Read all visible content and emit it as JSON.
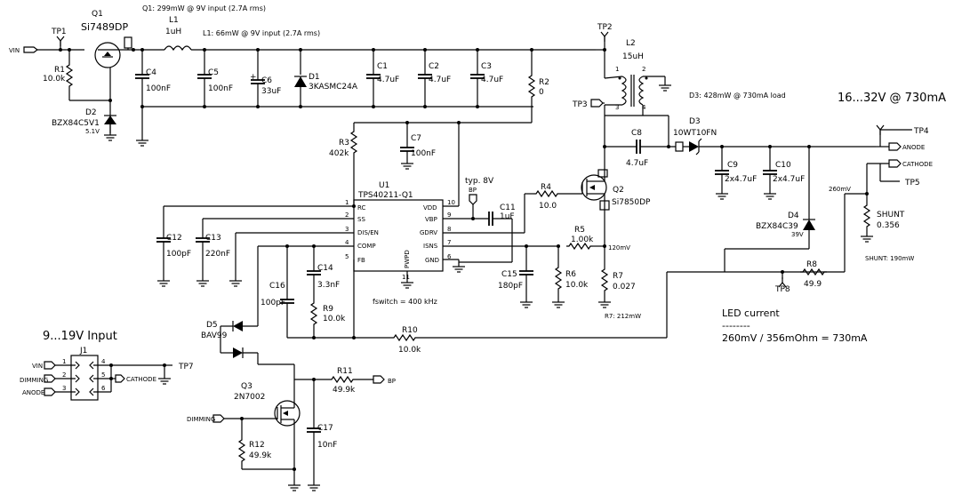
{
  "notes": {
    "q1": "Q1: 299mW @ 9V input (2.7A rms)",
    "l1": "L1: 66mW @ 9V input (2.7A rms)",
    "d3": "D3: 428mW @ 730mA load",
    "output": "16...32V @ 730mA",
    "input": "9...19V Input",
    "shunt_v": "260mV",
    "shunt_p": "SHUNT: 190mW",
    "r7p": "R7: 212mW",
    "fsw": "fswitch = 400 kHz",
    "typ8v": "typ. 8V",
    "mv120": "120mV",
    "led_title": "LED current",
    "led_sep": "--------",
    "led_eq": "260mV / 356mOhm = 730mA"
  },
  "tp": {
    "tp1": "TP1",
    "tp2": "TP2",
    "tp3": "TP3",
    "tp4": "TP4",
    "tp5": "TP5",
    "tp7": "TP7",
    "tp8": "TP8"
  },
  "nets": {
    "vin": "VIN",
    "anode": "ANODE",
    "cathode": "CATHODE",
    "dimming": "DIMMING",
    "bp": "BP"
  },
  "parts": {
    "q1": {
      "ref": "Q1",
      "val": "Si7489DP"
    },
    "l1": {
      "ref": "L1",
      "val": "1uH"
    },
    "r1": {
      "ref": "R1",
      "val": "10.0k"
    },
    "d2": {
      "ref": "D2",
      "val": "BZX84C5V1",
      "sub": "5.1V"
    },
    "c4": {
      "ref": "C4",
      "val": "100nF"
    },
    "c5": {
      "ref": "C5",
      "val": "100nF"
    },
    "c6": {
      "ref": "C6",
      "val": "33uF"
    },
    "d1": {
      "ref": "D1",
      "val": "3KASMC24A"
    },
    "c1": {
      "ref": "C1",
      "val": "4.7uF"
    },
    "c2": {
      "ref": "C2",
      "val": "4.7uF"
    },
    "c3": {
      "ref": "C3",
      "val": "4.7uF"
    },
    "r2": {
      "ref": "R2",
      "val": "0"
    },
    "l2": {
      "ref": "L2",
      "val": "15uH"
    },
    "r3": {
      "ref": "R3",
      "val": "402k"
    },
    "c7": {
      "ref": "C7",
      "val": "100nF"
    },
    "u1": {
      "ref": "U1",
      "val": "TPS40211-Q1"
    },
    "c11": {
      "ref": "C11",
      "val": "1uF"
    },
    "r4": {
      "ref": "R4",
      "val": "10.0"
    },
    "q2": {
      "ref": "Q2",
      "val": "Si7850DP"
    },
    "c8": {
      "ref": "C8",
      "val": "4.7uF"
    },
    "d3": {
      "ref": "D3",
      "val": "10WT10FN"
    },
    "c9": {
      "ref": "C9",
      "val": "2x4.7uF"
    },
    "c10": {
      "ref": "C10",
      "val": "2x4.7uF"
    },
    "d4": {
      "ref": "D4",
      "val": "BZX84C39",
      "sub": "39V"
    },
    "shunt": {
      "ref": "SHUNT",
      "val": "0.356"
    },
    "c12": {
      "ref": "C12",
      "val": "100pF"
    },
    "c13": {
      "ref": "C13",
      "val": "220nF"
    },
    "c14": {
      "ref": "C14",
      "val": "3.3nF"
    },
    "c16": {
      "ref": "C16",
      "val": "100pF"
    },
    "r9": {
      "ref": "R9",
      "val": "10.0k"
    },
    "r5": {
      "ref": "R5",
      "val": "1.00k"
    },
    "r6": {
      "ref": "R6",
      "val": "10.0k"
    },
    "r7": {
      "ref": "R7",
      "val": "0.027"
    },
    "c15": {
      "ref": "C15",
      "val": "180pF"
    },
    "r8": {
      "ref": "R8",
      "val": "49.9"
    },
    "r10": {
      "ref": "R10",
      "val": "10.0k"
    },
    "d5": {
      "ref": "D5",
      "val": "BAV99"
    },
    "r11": {
      "ref": "R11",
      "val": "49.9k"
    },
    "q3": {
      "ref": "Q3",
      "val": "2N7002"
    },
    "r12": {
      "ref": "R12",
      "val": "49.9k"
    },
    "c17": {
      "ref": "C17",
      "val": "10nF"
    },
    "j1": {
      "ref": "J1"
    }
  },
  "u1pins": {
    "rc": "RC",
    "ss": "SS",
    "dis": "DIS/EN",
    "comp": "COMP",
    "fb": "FB",
    "vdd": "VDD",
    "vbp": "VBP",
    "gdrv": "GDRV",
    "isns": "ISNS",
    "gnd": "GND",
    "pwpd": "PWPD",
    "n1": "1",
    "n2": "2",
    "n3": "3",
    "n4": "4",
    "n5": "5",
    "n6": "6",
    "n7": "7",
    "n8": "8",
    "n9": "9",
    "n10": "10",
    "n11": "11"
  },
  "l2pins": {
    "p1": "1",
    "p2": "2",
    "p3": "3",
    "p4": "4"
  },
  "j1pins": {
    "p1": "1",
    "p2": "2",
    "p3": "3",
    "p4": "4",
    "p5": "5",
    "p6": "6"
  }
}
